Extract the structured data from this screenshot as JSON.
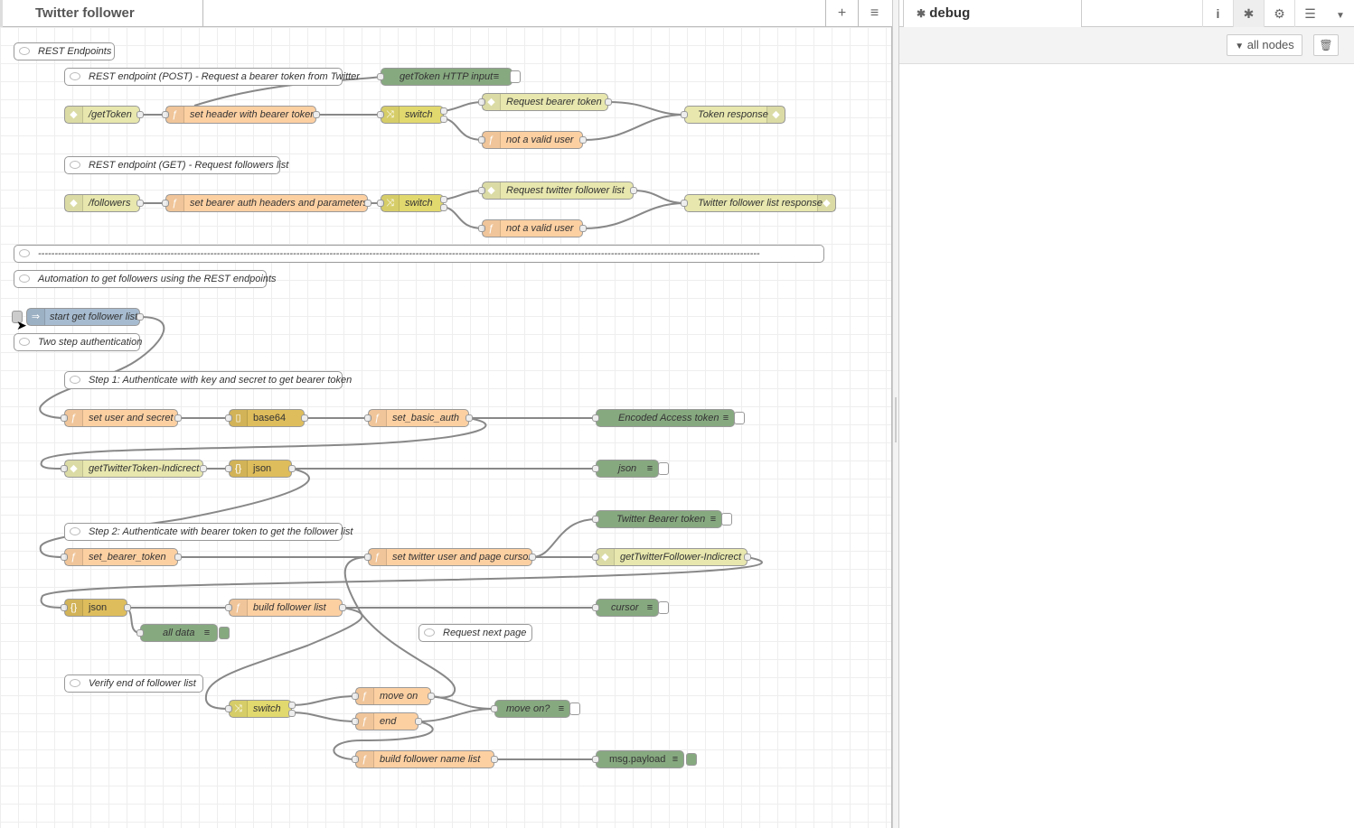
{
  "workspace": {
    "tab_title": "Twitter follower",
    "add_icon": "+",
    "list_icon": "≡"
  },
  "sidebar": {
    "tab_title": "debug",
    "filter_label": "all nodes",
    "icons": [
      "info-icon",
      "bug-icon",
      "gear-icon",
      "database-icon",
      "chevron-down-icon"
    ]
  },
  "flow": {
    "comments": {
      "rest_endpoints": "REST Endpoints",
      "rest_post": "REST endpoint (POST) - Request a bearer token from Twitter",
      "rest_get": "REST endpoint (GET) - Request followers list",
      "divider": "--------------------------------------------------------------------------------------------------------------------------------------------------------------------------------------------------------------------------",
      "automation": "Automation to get followers using the REST endpoints",
      "two_step": "Two step authentication",
      "step1": "Step 1: Authenticate with key and secret to get bearer token",
      "step2": "Step 2: Authenticate with bearer token to get the follower list",
      "next_page": "Request next page",
      "verify_end": "Verify end of follower list"
    },
    "nodes": {
      "gettoken_http_input": "getToken HTTP input",
      "gettoken": "/getToken",
      "set_header": "set header with bearer token",
      "switch1": "switch",
      "request_bearer": "Request bearer token",
      "not_valid1": "not a valid user",
      "token_response": "Token response",
      "followers": "/followers",
      "set_bearer_auth": "set bearer auth headers and parameters",
      "switch2": "switch",
      "request_follower_list": "Request twitter follower list",
      "not_valid2": "not a valid user",
      "follower_list_response": "Twitter follower list response",
      "start_get": "start get follower list",
      "set_user_secret": "set user and secret",
      "base64": "base64",
      "set_basic_auth": "set_basic_auth",
      "encoded_token": "Encoded Access token",
      "get_twitter_token": "getTwitterToken-Indicrect",
      "json1": "json",
      "json_debug": "json",
      "twitter_bearer_token": "Twitter Bearer token",
      "set_bearer_token": "set_bearer_token",
      "set_twitter_user": "set twitter user and page cursor",
      "get_twitter_follower": "getTwitterFollower-Indicrect",
      "json2": "json",
      "build_follower_list": "build follower list",
      "cursor": "cursor",
      "all_data": "all data",
      "switch3": "switch",
      "move_on": "move on",
      "end": "end",
      "move_on_debug": "move on?",
      "build_name_list": "build follower name list",
      "msg_payload": "msg.payload"
    }
  }
}
